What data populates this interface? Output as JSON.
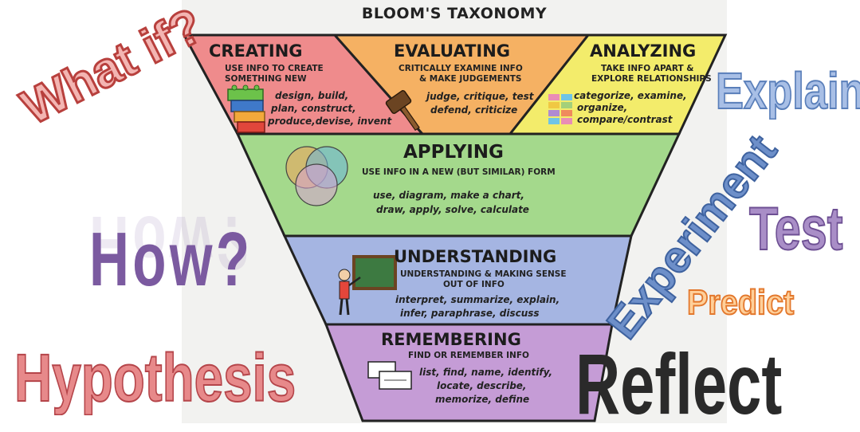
{
  "title": "BLOOM'S TAXONOMY",
  "levels": {
    "creating": {
      "title": "CREATING",
      "desc1": "USE INFO TO CREATE",
      "desc2": "SOMETHING NEW",
      "verbs1": "design, build,",
      "verbs2": "plan, construct,",
      "verbs3": "produce,devise, invent",
      "color": "#ef8b8c"
    },
    "evaluating": {
      "title": "EVALUATING",
      "desc1": "CRITICALLY EXAMINE INFO",
      "desc2": "& MAKE JUDGEMENTS",
      "verbs1": "judge, critique, test",
      "verbs2": "defend, criticize",
      "color": "#f5b163"
    },
    "analyzing": {
      "title": "ANALYZING",
      "desc1": "TAKE INFO APART &",
      "desc2": "EXPLORE RELATIONSHIPS",
      "verbs1": "categorize, examine,",
      "verbs2": "organize,",
      "verbs3": "compare/contrast",
      "color": "#f3ec6b"
    },
    "applying": {
      "title": "APPLYING",
      "desc1": "USE INFO IN A NEW (BUT SIMILAR) FORM",
      "verbs1": "use, diagram, make a chart,",
      "verbs2": "draw, apply, solve, calculate",
      "color": "#a4d98c"
    },
    "understanding": {
      "title": "UNDERSTANDING",
      "desc1": "UNDERSTANDING & MAKING SENSE",
      "desc2": "OUT OF INFO",
      "verbs1": "interpret, summarize, explain,",
      "verbs2": "infer, paraphrase, discuss",
      "color": "#a5b5e2"
    },
    "remembering": {
      "title": "REMEMBERING",
      "desc1": "FIND OR REMEMBER INFO",
      "verbs1": "list, find, name, identify,",
      "verbs2": "locate, describe,",
      "verbs3": "memorize, define",
      "color": "#c59cd6"
    }
  },
  "words": {
    "what_if": "What if?",
    "how": "How?",
    "hypothesis": "Hypothesis",
    "explain": "Explain",
    "experiment": "Experiment",
    "test": "Test",
    "predict": "Predict",
    "reflect": "Reflect"
  },
  "icons": {
    "creating": "lego-blocks-icon",
    "evaluating": "gavel-icon",
    "analyzing": "sorting-chart-icon",
    "applying": "venn-diagram-icon",
    "understanding": "teacher-at-board-icon",
    "remembering": "flash-cards-icon"
  }
}
